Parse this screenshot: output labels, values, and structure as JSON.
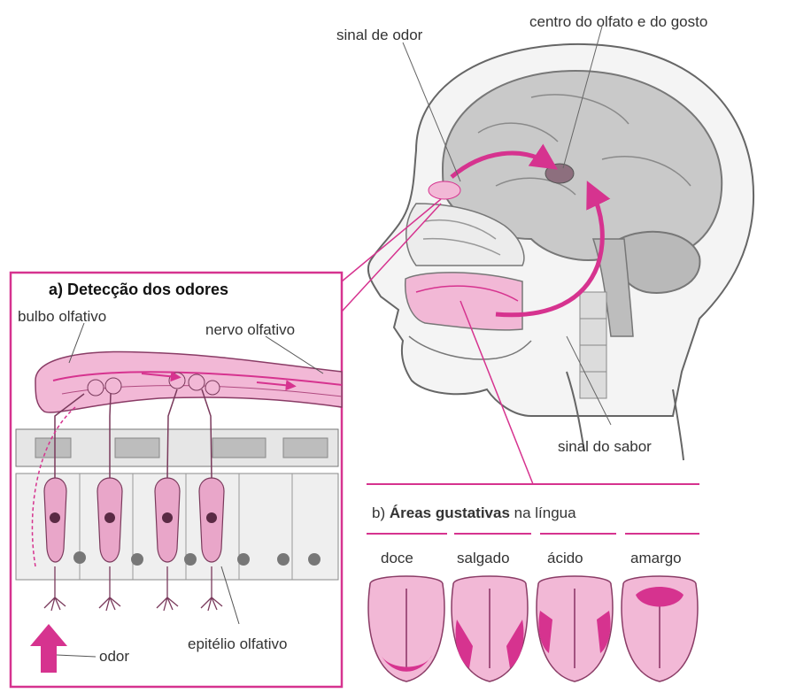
{
  "labels": {
    "smell_signal": "sinal de odor",
    "taste_smell_center": "centro do olfato e do gosto",
    "taste_signal": "sinal do sabor"
  },
  "panel_a": {
    "title_prefix": "a) ",
    "title": "Detecção dos odores",
    "olfactory_bulb": "bulbo olfativo",
    "olfactory_nerve": "nervo olfativo",
    "olfactory_epithelium": "epitélio olfativo",
    "odor": "odor"
  },
  "panel_b": {
    "title_prefix": "b) ",
    "title_bold": "Áreas gustativas",
    "title_rest": " na língua",
    "tastes": [
      "doce",
      "salgado",
      "ácido",
      "amargo"
    ]
  },
  "colors": {
    "accent": "#d6338f",
    "brain_fill": "#c9c9c9",
    "pink_fill": "#f2b8d6",
    "outline": "#555555"
  }
}
